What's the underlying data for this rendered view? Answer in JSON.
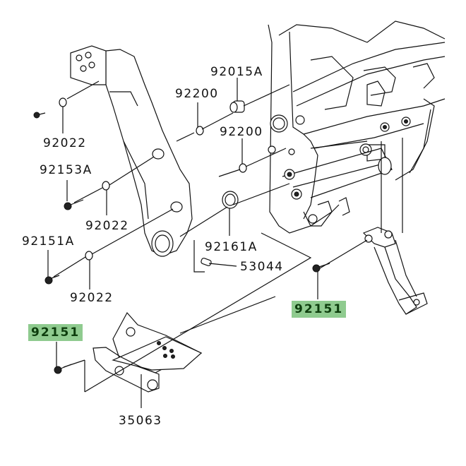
{
  "diagram": {
    "title": "Frame fittings exploded parts diagram",
    "highlight_color": "#8fcb8f",
    "highlight_text_color": "#0d3d0d",
    "labels": [
      {
        "id": "l-92015A",
        "text": "92015A",
        "part": "collar",
        "highlighted": false
      },
      {
        "id": "l-92200a",
        "text": "92200",
        "part": "washer",
        "highlighted": false
      },
      {
        "id": "l-92200b",
        "text": "92200",
        "part": "washer",
        "highlighted": false
      },
      {
        "id": "l-92022a",
        "text": "92022",
        "part": "washer",
        "highlighted": false
      },
      {
        "id": "l-92153A",
        "text": "92153A",
        "part": "bolt",
        "highlighted": false
      },
      {
        "id": "l-92022b",
        "text": "92022",
        "part": "washer",
        "highlighted": false
      },
      {
        "id": "l-92161A",
        "text": "92161A",
        "part": "damper",
        "highlighted": false
      },
      {
        "id": "l-92151A",
        "text": "92151A",
        "part": "bolt",
        "highlighted": false
      },
      {
        "id": "l-53044",
        "text": "53044",
        "part": "pin",
        "highlighted": false
      },
      {
        "id": "l-92022c",
        "text": "92022",
        "part": "washer",
        "highlighted": false
      },
      {
        "id": "l-92151r",
        "text": "92151",
        "part": "bolt",
        "highlighted": true
      },
      {
        "id": "l-92151l",
        "text": "92151",
        "part": "bolt",
        "highlighted": true
      },
      {
        "id": "l-35063",
        "text": "35063",
        "part": "footpeg bracket",
        "highlighted": false
      }
    ]
  }
}
